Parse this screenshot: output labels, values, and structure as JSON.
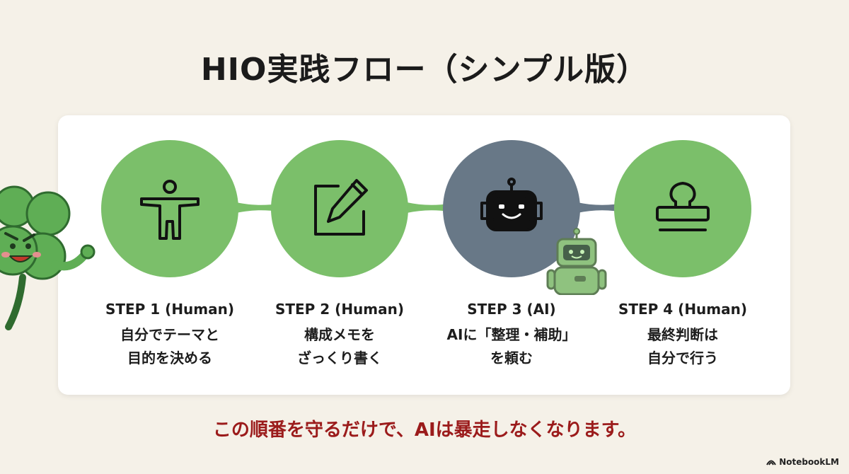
{
  "title": "HIO実践フロー（シンプル版）",
  "steps": [
    {
      "label": "STEP 1 (Human)",
      "line1": "自分でテーマと",
      "line2": "目的を決める",
      "icon": "person-icon",
      "color": "#7bbf6a"
    },
    {
      "label": "STEP 2 (Human)",
      "line1": "構成メモを",
      "line2": "ざっくり書く",
      "icon": "edit-note-icon",
      "color": "#7bbf6a"
    },
    {
      "label": "STEP 3 (AI)",
      "line1": "AIに「整理・補助」",
      "line2": "を頼む",
      "icon": "robot-icon",
      "color": "#687887"
    },
    {
      "label": "STEP 4 (Human)",
      "line1": "最終判断は",
      "line2": "自分で行う",
      "icon": "stamp-icon",
      "color": "#7bbf6a"
    }
  ],
  "footer": "この順番を守るだけで、AIは暴走しなくなります。",
  "brand": "NotebookLM",
  "colors": {
    "human": "#7bbf6a",
    "ai": "#687887",
    "accent_text": "#9b1b1b",
    "background": "#f5f1e8"
  }
}
